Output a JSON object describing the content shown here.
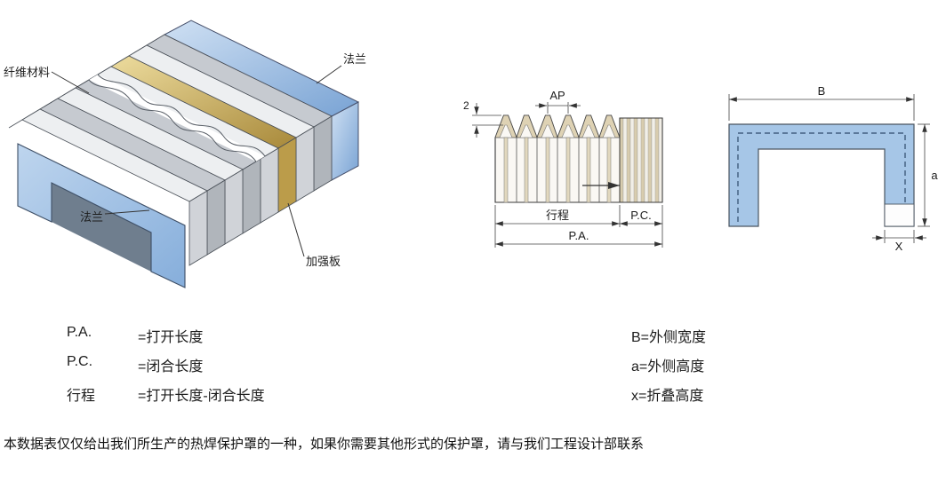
{
  "illustration": {
    "labels": {
      "fiber_material": "纤维材料",
      "flange_top": "法兰",
      "flange_bottom": "法兰",
      "stiffener": "加强板"
    }
  },
  "side_view": {
    "dim_thickness": "2",
    "dim_pitch": "AP",
    "dim_stroke": "行程",
    "dim_closed": "P.C.",
    "dim_open": "P.A."
  },
  "cross_section": {
    "dim_width": "B",
    "dim_height": "a",
    "dim_fold": "X"
  },
  "legend": {
    "left": [
      {
        "term": "P.A.",
        "definition": "=打开长度"
      },
      {
        "term": "P.C.",
        "definition": "=闭合长度"
      },
      {
        "term": "行程",
        "definition": "=打开长度-闭合长度"
      }
    ],
    "right": [
      "B=外侧宽度",
      "a=外侧高度",
      "x=折叠高度"
    ]
  },
  "footer": "本数据表仅仅给出我们所生产的热焊保护罩的一种，如果你需要其他形式的保护罩，请与我们工程设计部联系"
}
